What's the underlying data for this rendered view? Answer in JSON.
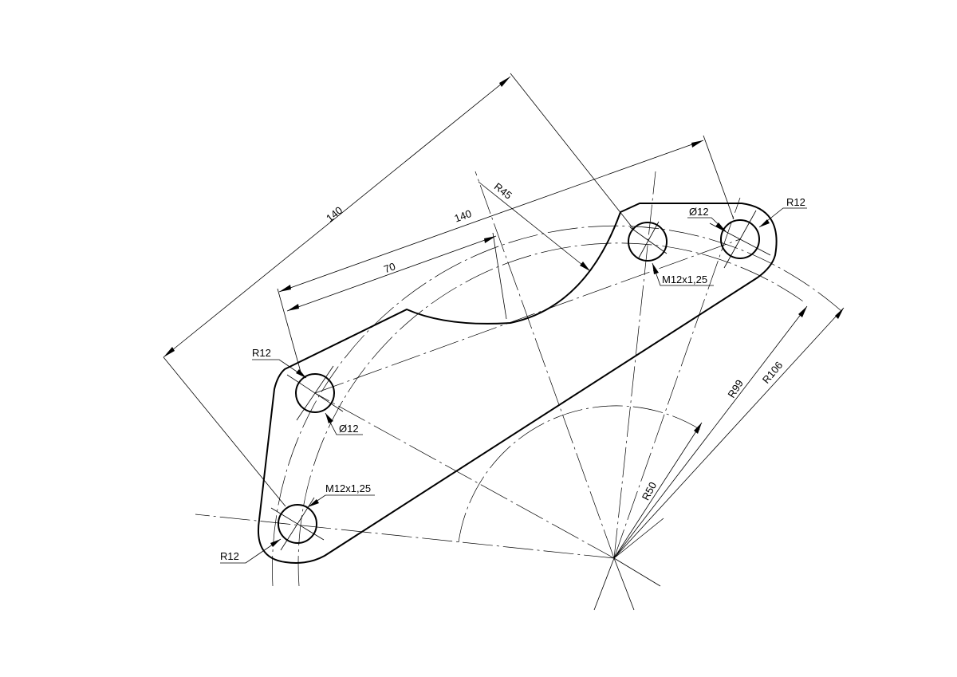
{
  "dimensions": {
    "overall_length": "140",
    "hole_span": "140",
    "half_span": "70",
    "cutout_radius": "R45",
    "left_corner_radius": "R12",
    "right_corner_radius": "R12",
    "bottom_corner_radius": "R12",
    "left_hole_diameter": "Ø12",
    "right_hole_diameter": "Ø12",
    "bottom_thread": "M12x1,25",
    "top_thread": "M12x1,25",
    "inner_arc_radius": "R50",
    "mid_arc_radius": "R99",
    "outer_arc_radius": "R106"
  }
}
